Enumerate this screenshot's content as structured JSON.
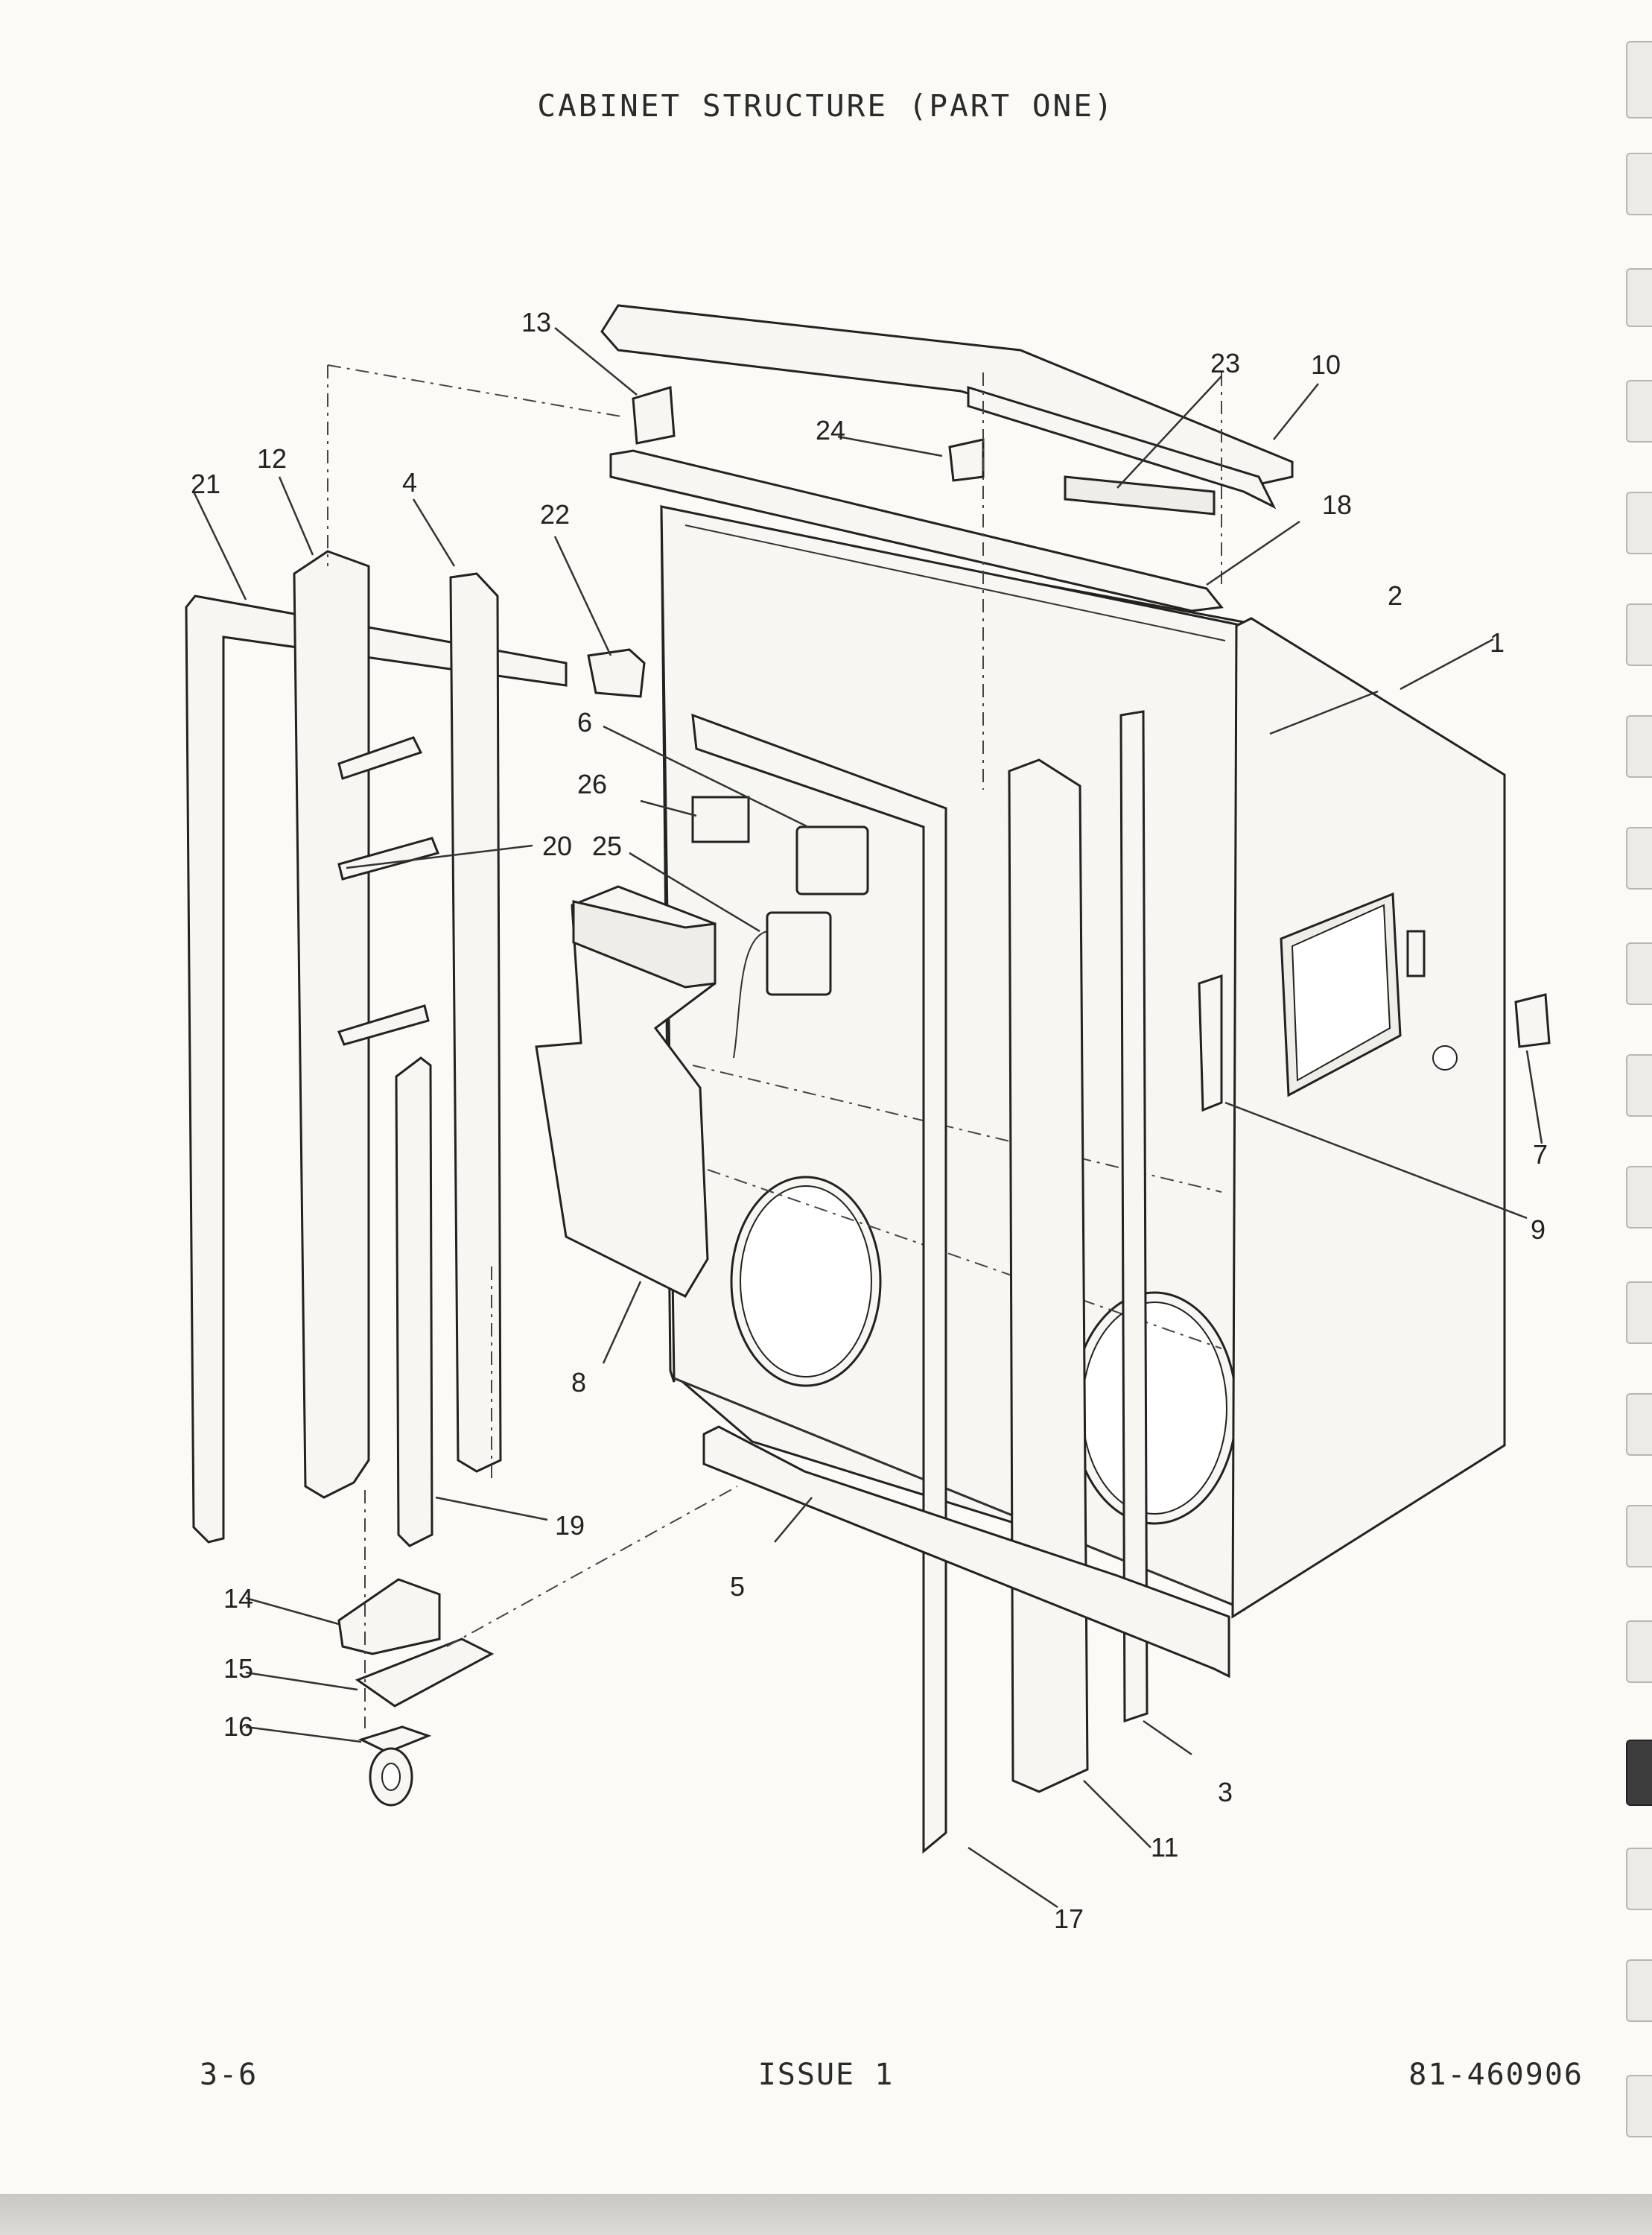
{
  "page": {
    "title": "CABINET STRUCTURE (PART ONE)",
    "footer_left": "3-6",
    "footer_center": "ISSUE 1",
    "footer_right": "81-460906"
  },
  "callouts": [
    "1",
    "2",
    "3",
    "4",
    "5",
    "6",
    "7",
    "8",
    "9",
    "10",
    "11",
    "12",
    "13",
    "14",
    "15",
    "16",
    "17",
    "18",
    "19",
    "20",
    "21",
    "22",
    "23",
    "24",
    "25",
    "26"
  ]
}
